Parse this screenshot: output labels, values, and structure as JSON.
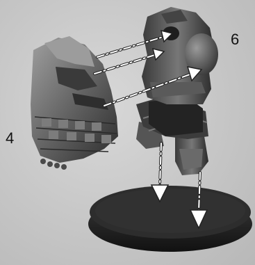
{
  "labels": {
    "step_left": "4",
    "step_right": "6"
  },
  "colors": {
    "background": "#c9c9c9",
    "armor_light": "#8a8a8a",
    "armor_mid": "#5e5e5e",
    "armor_dark": "#2e2e2e",
    "arrow": "#ffffff",
    "arrow_outline": "#222222",
    "base": "#2a2a2a"
  },
  "icons": {
    "arrow_style": "dash-dot-arrow"
  }
}
